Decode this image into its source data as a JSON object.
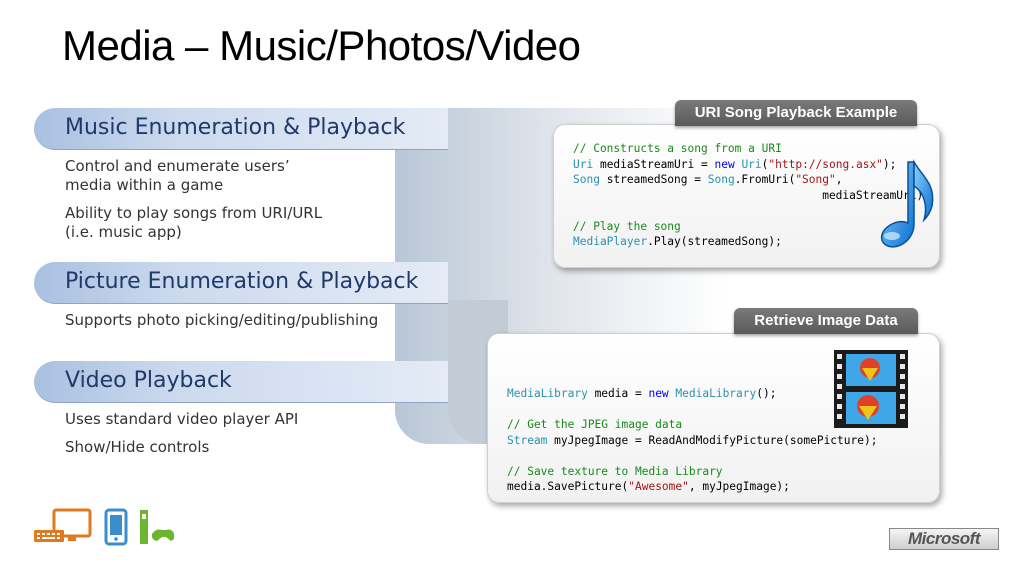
{
  "slide": {
    "title": "Media – Music/Photos/Video"
  },
  "sections": [
    {
      "heading": "Music Enumeration & Playback",
      "bullets": [
        "Control and enumerate users’\nmedia within a game",
        "Ability to play songs from URI/URL\n(i.e. music app)"
      ]
    },
    {
      "heading": "Picture Enumeration & Playback",
      "bullets": [
        "Supports photo picking/editing/publishing"
      ]
    },
    {
      "heading": "Video Playback",
      "bullets": [
        "Uses standard video player API",
        "Show/Hide controls"
      ]
    }
  ],
  "callouts": {
    "song": {
      "label": "URI Song Playback Example",
      "code": {
        "c1": "// Constructs a song from a URI",
        "l2_type": "Uri",
        "l2_mid": " mediaStreamUri = ",
        "l2_kw": "new",
        "l2_type2": "Uri",
        "l2_str": "\"http://song.asx\"",
        "l2_end": ");",
        "l3_type": "Song",
        "l3_mid": " streamedSong = ",
        "l3_type2": "Song",
        "l3_mid2": ".FromUri(",
        "l3_str": "\"Song\"",
        "l3_end": ",",
        "l4": "                                     mediaStreamUri);",
        "c2": "// Play the song",
        "l6_type": "MediaPlayer",
        "l6_end": ".Play(streamedSong);"
      }
    },
    "image": {
      "label": "Retrieve Image Data",
      "code": {
        "l1_type": "MediaLibrary",
        "l1_mid": " media = ",
        "l1_kw": "new",
        "l1_type2": "MediaLibrary",
        "l1_end": "();",
        "c1": "// Get the JPEG image data",
        "l3_type": "Stream",
        "l3_end": " myJpegImage = ReadAndModifyPicture(somePicture);",
        "c2": "// Save texture to Media Library",
        "l5_a": "media.SavePicture(",
        "l5_str": "\"Awesome\"",
        "l5_end": ", myJpegImage);"
      }
    }
  },
  "logo": {
    "text": "Microsoft"
  },
  "icons": {
    "music": "music-note-icon",
    "film": "film-strip-icon",
    "pc": "pc-icon",
    "phone": "phone-icon",
    "xbox": "xbox-icon"
  }
}
